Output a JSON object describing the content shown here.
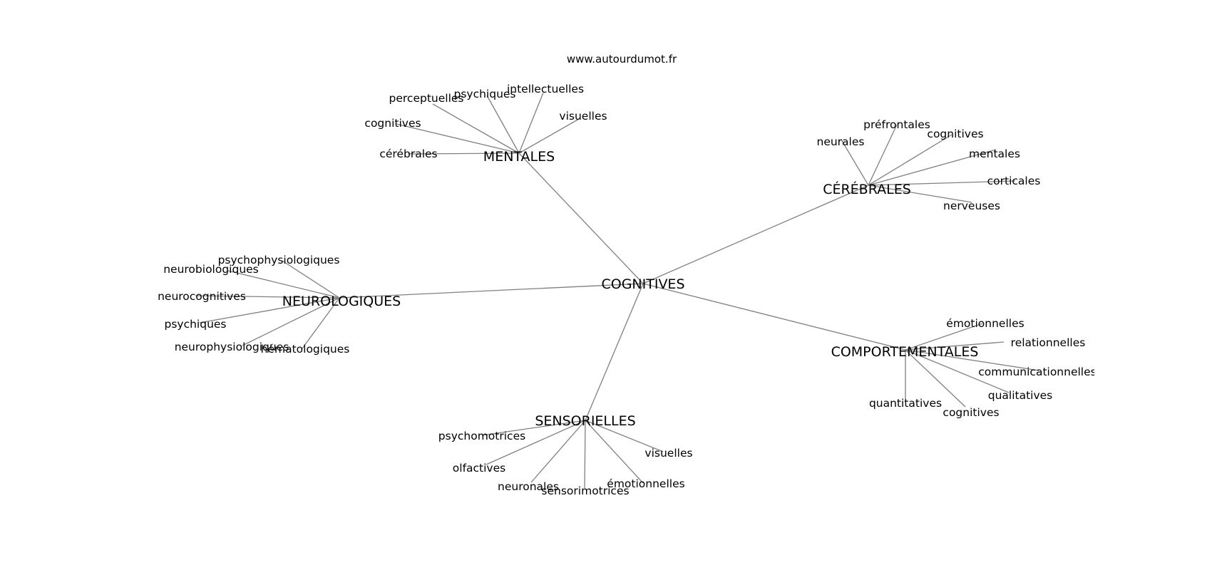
{
  "source": "www.autourdumot.fr",
  "graph": {
    "center": "COGNITIVES",
    "clusters": [
      {
        "key": "mentales",
        "label": "MENTALES",
        "leaves": [
          "perceptuelles",
          "psychiques",
          "intellectuelles",
          "visuelles",
          "cognitives",
          "cérébrales"
        ]
      },
      {
        "key": "cerebrales",
        "label": "CÉRÉBRALES",
        "leaves": [
          "préfrontales",
          "neurales",
          "cognitives",
          "mentales",
          "corticales",
          "nerveuses"
        ]
      },
      {
        "key": "neurologiques",
        "label": "NEUROLOGIQUES",
        "leaves": [
          "psychophysiologiques",
          "neurobiologiques",
          "neurocognitives",
          "psychiques",
          "neurophysiologiques",
          "hématologiques"
        ]
      },
      {
        "key": "comportementales",
        "label": "COMPORTEMENTALES",
        "leaves": [
          "émotionnelles",
          "relationnelles",
          "communicationnelles",
          "qualitatives",
          "quantitatives",
          "cognitives"
        ]
      },
      {
        "key": "sensorielles",
        "label": "SENSORIELLES",
        "leaves": [
          "psychomotrices",
          "olfactives",
          "neuronales",
          "sensorimotrices",
          "émotionnelles",
          "visuelles"
        ]
      }
    ]
  }
}
